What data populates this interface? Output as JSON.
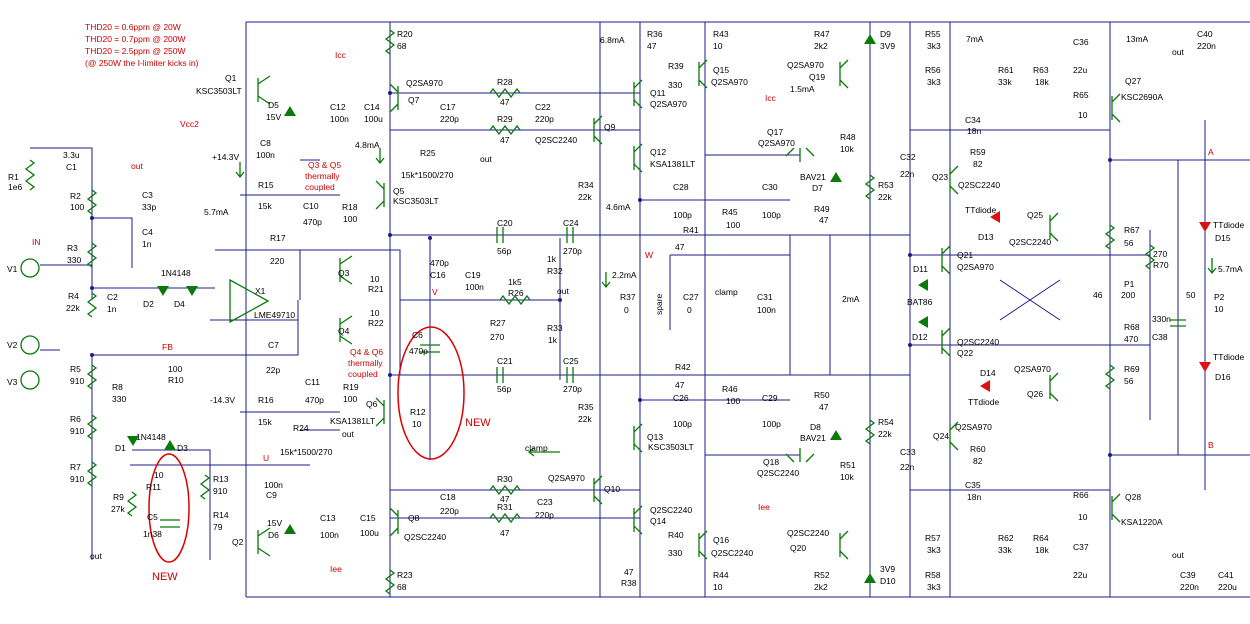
{
  "notes": {
    "thd1": "THD20 = 0.6ppm @ 20W",
    "thd2": "THD20 = 0.7ppm @ 200W",
    "thd3": "THD20 = 2.5ppm @ 250W",
    "thd4": "(@ 250W the I-limiter kicks in)",
    "thermal_q3q5a": "Q3 & Q5",
    "thermal_q3q5b": "thermally",
    "thermal_q3q5c": "coupled",
    "thermal_q4q6a": "Q4 & Q6",
    "thermal_q4q6b": "thermally",
    "thermal_q4q6c": "coupled",
    "new_left": "NEW",
    "new_mid": "NEW"
  },
  "nets": {
    "vcc2": "Vcc2",
    "icc1": "Icc",
    "icc2": "Icc",
    "iee1": "Iee",
    "iee2": "Iee",
    "p143": "+14.3V",
    "m143": "-14.3V",
    "out1": "out",
    "out2": "out",
    "out3": "out",
    "out4": "out",
    "out5": "out",
    "out6": "out",
    "out7": "out",
    "fb": "FB",
    "u": "U",
    "v": "V",
    "w": "W",
    "a": "A",
    "b": "B",
    "clamp1": "clamp",
    "clamp2": "clamp",
    "spare": "spare",
    "in": "IN"
  },
  "currents": {
    "i1": "4.8mA",
    "i2": "5.7mA",
    "i3": "6.8mA",
    "i4": "4.6mA",
    "i5": "2.2mA",
    "i6": "1.5mA",
    "i7": "2mA",
    "i8": "7mA",
    "i9": "13mA",
    "i10": "5.7mA"
  },
  "parts": {
    "q1": "Q1",
    "q1v": "KSC3503LT",
    "q2": "Q2",
    "q3": "Q3",
    "q4": "Q4",
    "q5": "Q5",
    "q5v": "KSC3503LT",
    "q6": "Q6",
    "q6v": "KSA1381LT",
    "q7": "Q7",
    "q7v": "Q2SA970",
    "q8": "Q8",
    "q8v": "Q2SC2240",
    "q9": "Q9",
    "q9v": "Q2SC2240",
    "q10": "Q10",
    "q10v": "Q2SA970",
    "q11": "Q11",
    "q11v": "Q2SA970",
    "q12": "Q12",
    "q12v": "KSA1381LT",
    "q13": "Q13",
    "q13v": "KSC3503LT",
    "q14": "Q14",
    "q14v": "Q2SC2240",
    "q15": "Q15",
    "q15v": "Q2SA970",
    "q16": "Q16",
    "q16v": "Q2SC2240",
    "q17": "Q17",
    "q17v": "Q2SA970",
    "q18": "Q18",
    "q18v": "Q2SC2240",
    "q19": "Q19",
    "q19v": "Q2SA970",
    "q20": "Q20",
    "q20v": "Q2SC2240",
    "q21": "Q21",
    "q21v": "Q2SA970",
    "q22": "Q22",
    "q22v": "Q2SC2240",
    "q23": "Q23",
    "q23v": "Q2SC2240",
    "q24": "Q24",
    "q24v": "Q2SA970",
    "q25": "Q25",
    "q25v": "Q2SC2240",
    "q26": "Q26",
    "q26v": "Q2SA970",
    "q27": "Q27",
    "q27v": "KSC2690A",
    "q28": "Q28",
    "q28v": "KSA1220A",
    "x1": "X1",
    "x1v": "LME49710",
    "r1": "R1",
    "r1v": "1e6",
    "r2": "R2",
    "r2v": "100",
    "r3": "R3",
    "r3v": "330",
    "r4": "R4",
    "r4v": "22k",
    "r5": "R5",
    "r5v": "910",
    "r6": "R6",
    "r6v": "910",
    "r7": "R7",
    "r7v": "910",
    "r8": "R8",
    "r8v": "330",
    "r9": "R9",
    "r9v": "27k",
    "r10": "R10",
    "r10v": "100",
    "r11": "R11",
    "r11v": "10",
    "r12": "R12",
    "r12v": "10",
    "r13": "R13",
    "r13v": "910",
    "r14": "R14",
    "r14v": "79",
    "r15": "R15",
    "r15v": "15k",
    "r16": "R16",
    "r16v": "15k",
    "r17": "R17",
    "r17v": "220",
    "r18": "R18",
    "r18v": "100",
    "r19": "R19",
    "r19v": "100",
    "r20": "R20",
    "r20v": "68",
    "r21": "R21",
    "r21v": "10",
    "r22": "R22",
    "r22v": "10",
    "r23": "R23",
    "r23v": "68",
    "r24": "R24",
    "r24v": "15k*1500/270",
    "r25": "R25",
    "r25v": "15k*1500/270",
    "r26": "R26",
    "r26v": "1k5",
    "r27": "R27",
    "r27v": "270",
    "r28": "R28",
    "r28v": "47",
    "r29": "R29",
    "r29v": "47",
    "r30": "R30",
    "r30v": "47",
    "r31": "R31",
    "r31v": "47",
    "r32": "R32",
    "r32v": "1k",
    "r33": "R33",
    "r33v": "1k",
    "r34": "R34",
    "r34v": "22k",
    "r35": "R35",
    "r35v": "22k",
    "r36": "R36",
    "r36v": "47",
    "r37": "R37",
    "r37v": "0",
    "r38": "R38",
    "r38v": "47",
    "r39": "R39",
    "r39v": "330",
    "r40": "R40",
    "r40v": "330",
    "r41": "R41",
    "r41v": "47",
    "r42": "R42",
    "r42v": "47",
    "r43": "R43",
    "r43v": "10",
    "r44": "R44",
    "r44v": "10",
    "r45": "R45",
    "r45v": "100",
    "r46": "R46",
    "r46v": "100",
    "r47": "R47",
    "r47v": "2k2",
    "r48": "R48",
    "r48v": "10k",
    "r49": "R49",
    "r49v": "47",
    "r50": "R50",
    "r50v": "47",
    "r51": "R51",
    "r51v": "10k",
    "r52": "R52",
    "r52v": "2k2",
    "r53": "R53",
    "r53v": "22k",
    "r54": "R54",
    "r54v": "22k",
    "r55": "R55",
    "r55v": "3k3",
    "r56": "R56",
    "r56v": "3k3",
    "r57": "R57",
    "r57v": "3k3",
    "r58": "R58",
    "r58v": "3k3",
    "r59": "R59",
    "r59v": "82",
    "r60": "R60",
    "r60v": "82",
    "r61": "R61",
    "r61v": "33k",
    "r62": "R62",
    "r62v": "33k",
    "r63": "R63",
    "r63v": "18k",
    "r64": "R64",
    "r64v": "18k",
    "r65": "R65",
    "r65v": "10",
    "r66": "R66",
    "r66v": "10",
    "r67": "R67",
    "r67v": "56",
    "r68": "R68",
    "r68v": "470",
    "r69": "R69",
    "r69v": "56",
    "r70": "R70",
    "r70v": "270",
    "p1": "P1",
    "p1v": "200",
    "p1w": "46",
    "p2": "P2",
    "p2v": "10",
    "p2w": "50",
    "c1": "C1",
    "c1v": "3.3u",
    "c2": "C2",
    "c2v": "1n",
    "c3": "C3",
    "c3v": "33p",
    "c4": "C4",
    "c4v": "1n",
    "c5": "C5",
    "c5v": "1n38",
    "c6": "C6",
    "c6v": "470p",
    "c7": "C7",
    "c7v": "22p",
    "c8": "C8",
    "c8v": "100n",
    "c9": "C9",
    "c9v": "100n",
    "c10": "C10",
    "c10v": "470p",
    "c11": "C11",
    "c11v": "470p",
    "c12": "C12",
    "c12v": "100n",
    "c13": "C13",
    "c13v": "100n",
    "c14": "C14",
    "c14v": "100u",
    "c15": "C15",
    "c15v": "100u",
    "c16": "C16",
    "c16v": "470p",
    "c17": "C17",
    "c17v": "220p",
    "c18": "C18",
    "c18v": "220p",
    "c19": "C19",
    "c19v": "100n",
    "c20": "C20",
    "c20v": "56p",
    "c21": "C21",
    "c21v": "56p",
    "c22": "C22",
    "c22v": "220p",
    "c23": "C23",
    "c23v": "220p",
    "c24": "C24",
    "c24v": "270p",
    "c25": "C25",
    "c25v": "270p",
    "c26": "C26",
    "c26v": "100p",
    "c27": "C27",
    "c27v": "0",
    "c28": "C28",
    "c28v": "100p",
    "c29": "C29",
    "c29v": "100p",
    "c30": "C30",
    "c30v": "100p",
    "c31": "C31",
    "c31v": "100n",
    "c32": "C32",
    "c32v": "22n",
    "c33": "C33",
    "c33v": "22n",
    "c34": "C34",
    "c34v": "18n",
    "c35": "C35",
    "c35v": "18n",
    "c36": "C36",
    "c36v": "22u",
    "c37": "C37",
    "c37v": "22u",
    "c38": "C38",
    "c38v": "330n",
    "c39": "C39",
    "c39v": "220n",
    "c40": "C40",
    "c40v": "220n",
    "c41": "C41",
    "c41v": "220u",
    "d1": "D1",
    "d2": "D2",
    "d3": "D3",
    "d4": "D4",
    "d1v": "1N4148",
    "d2v": "1N4148",
    "d5": "D5",
    "d5v": "15V",
    "d6": "D6",
    "d6v": "15V",
    "d7": "D7",
    "d7v": "BAV21",
    "d8": "D8",
    "d8v": "BAV21",
    "d9": "D9",
    "d9v": "3V9",
    "d10": "D10",
    "d10v": "3V9",
    "d11": "D11",
    "d11v": "BAT86",
    "d12": "D12",
    "d13": "D13",
    "d13v": "TTdiode",
    "d14": "D14",
    "d14v": "TTdiode",
    "d15": "D15",
    "d15v": "TTdiode",
    "d16": "D16",
    "d16v": "TTdiode",
    "v1": "V1",
    "v2": "V2",
    "v3": "V3"
  }
}
